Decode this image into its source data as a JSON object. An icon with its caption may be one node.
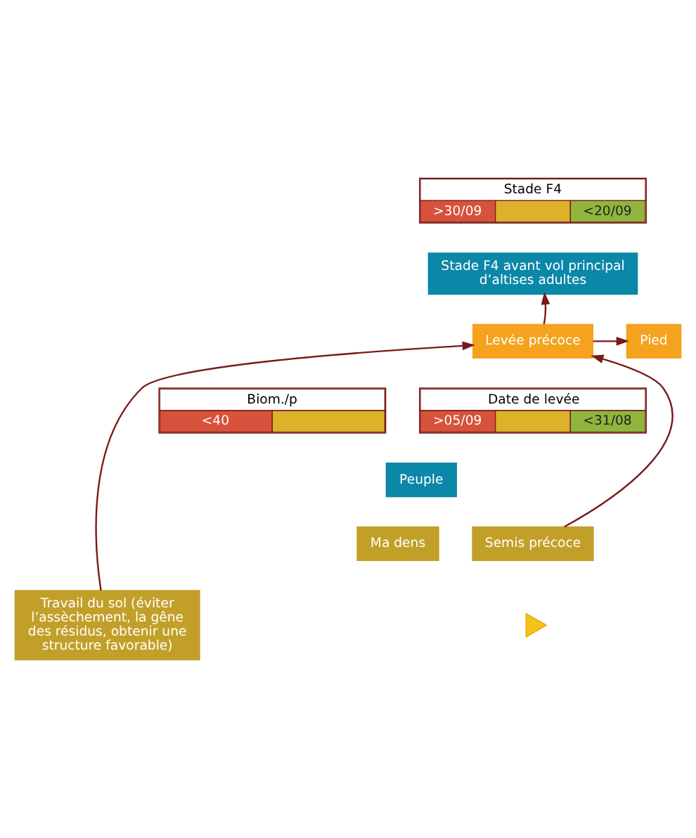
{
  "diagram": {
    "nodes": [
      {
        "text": [
          "Stade F4",
          ">30/09",
          "<20/09"
        ]
      },
      {
        "text": [
          "Stade F4 avant vol principal d’altises adultes"
        ]
      },
      {
        "text": [
          "Levée précoce"
        ]
      },
      {
        "text": [
          "Pied"
        ]
      },
      {
        "text": [
          "Date de levée",
          ">05/09",
          "<31/08"
        ]
      },
      {
        "text": [
          "Biom./p",
          "<40"
        ]
      },
      {
        "text": [
          "Peuple"
        ]
      },
      {
        "text": [
          "Semis précoce"
        ]
      },
      {
        "text": [
          "Ma dens"
        ]
      },
      {
        "text": [
          "Travail du sol (éviter l’assèchement, la gêne des résidus, obtenir une structure favorable)"
        ]
      },
      {
        "text": [],
        "shape": "triangle"
      }
    ],
    "edges": [
      {
        "from": 2,
        "to": 1,
        "arrow": "to"
      },
      {
        "from": 2,
        "to": 3,
        "arrow": "to"
      },
      {
        "from": 7,
        "to": 2,
        "arrow": "to"
      },
      {
        "from": 9,
        "to": 2,
        "arrow": "to"
      }
    ]
  }
}
